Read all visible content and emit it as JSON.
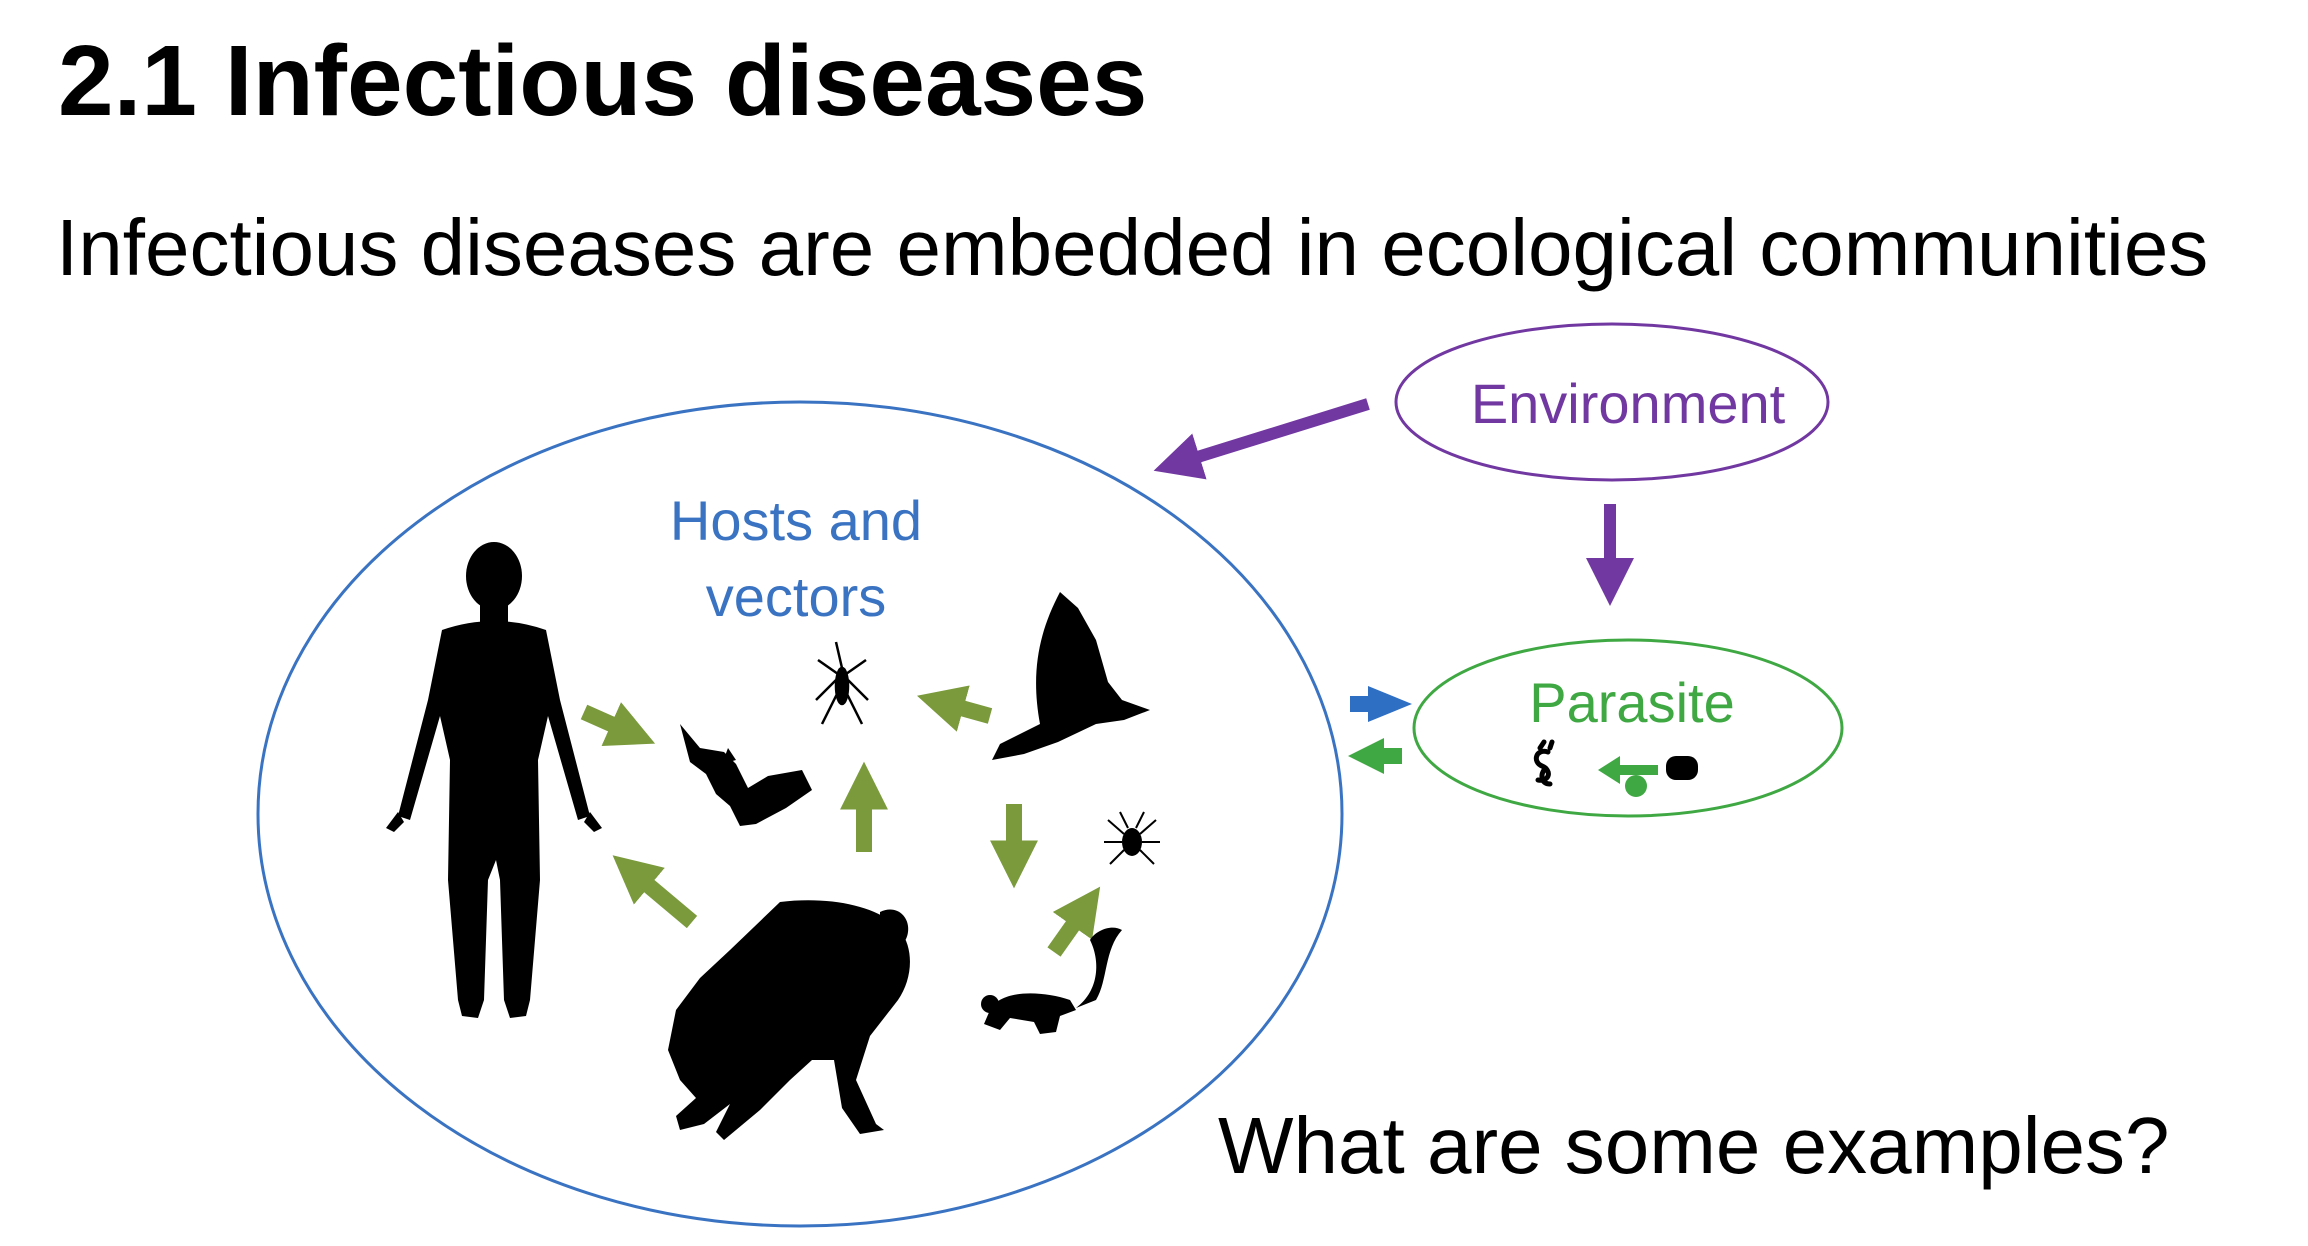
{
  "title": "2.1 Infectious diseases",
  "subtitle": "Infectious diseases are embedded in ecological communities",
  "question": "What are some examples?",
  "diagram": {
    "hosts_label_line1": "Hosts and",
    "hosts_label_line2": "vectors",
    "environment_label": "Environment",
    "parasite_label": "Parasite",
    "colors": {
      "hosts": "#3a73c2",
      "environment": "#7238a2",
      "parasite": "#3fa843",
      "arrows_internal": "#7a9a3c",
      "arrow_blue": "#2e6fc4",
      "silhouette": "#000000"
    },
    "icons": [
      "human-silhouette-icon",
      "bat-silhouette-icon",
      "mosquito-silhouette-icon",
      "bird-silhouette-icon",
      "tick-silhouette-icon",
      "squirrel-silhouette-icon",
      "chimpanzee-silhouette-icon",
      "parasite-lifecycle-icon"
    ]
  }
}
